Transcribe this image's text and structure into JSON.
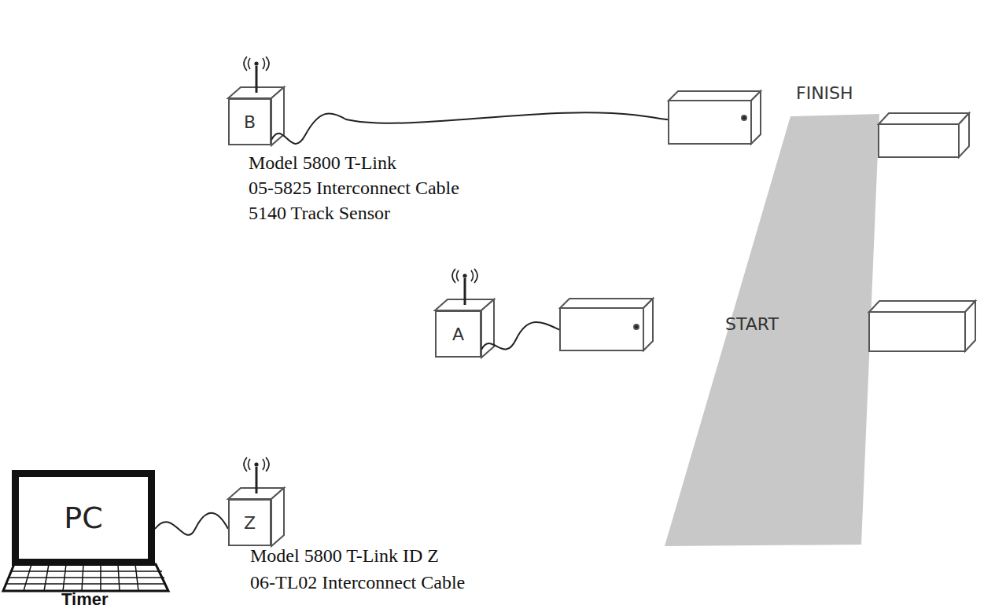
{
  "diagram": {
    "nodes": [
      {
        "text": [
          "B"
        ]
      },
      {
        "text": [
          "A"
        ]
      },
      {
        "text": [
          "PC"
        ]
      },
      {
        "text": [
          "Z"
        ]
      }
    ],
    "edges": [
      {
        "from": 2,
        "to": 3,
        "arrow": "none"
      }
    ],
    "labels": [
      "FINISH",
      "START",
      "Model 5800 T-Link",
      "05-5825 Interconnect Cable",
      "5140 Track Sensor",
      "Model 5800 T-Link ID Z",
      "06-TL02 Interconnect Cable",
      "Timer"
    ]
  }
}
